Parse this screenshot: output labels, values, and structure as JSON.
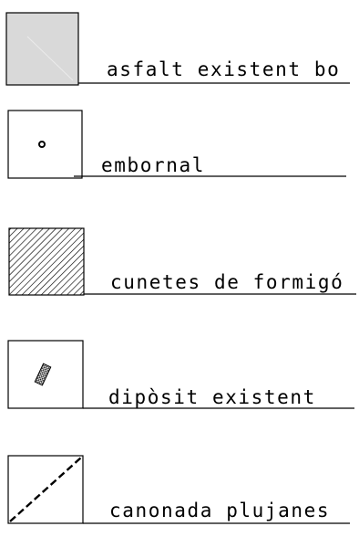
{
  "legend": {
    "items": [
      {
        "label": "asfalt existent bo",
        "symbol": "gray-fill-square-icon"
      },
      {
        "label": "embornal",
        "symbol": "small-circle-icon"
      },
      {
        "label": "cunetes de formigó",
        "symbol": "diagonal-hatch-square-icon"
      },
      {
        "label": "dipòsit existent",
        "symbol": "crosshatched-rect-icon"
      },
      {
        "label": "canonada plujanes",
        "symbol": "dashed-diagonal-line-icon"
      }
    ]
  },
  "colors": {
    "line": "#000000",
    "fill_gray": "#d9d9d9",
    "background": "#ffffff"
  }
}
